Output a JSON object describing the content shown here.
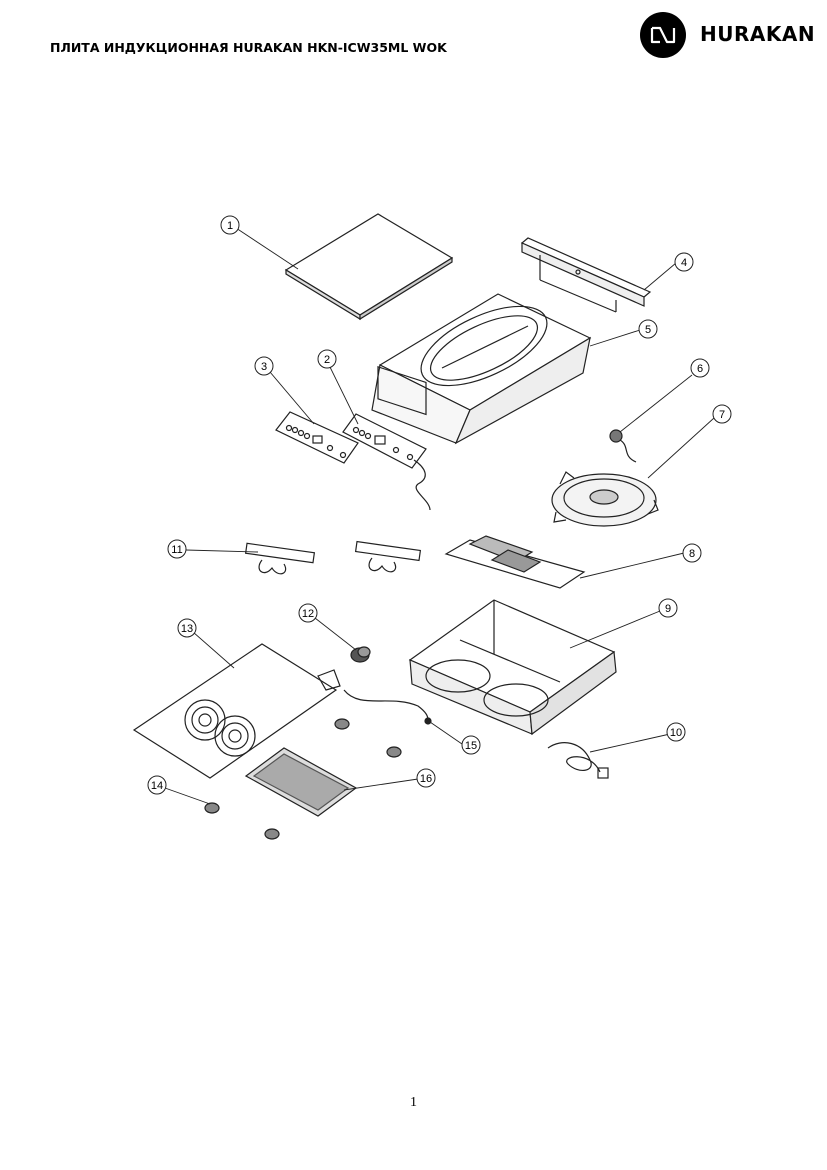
{
  "document": {
    "title": "ПЛИТА ИНДУКЦИОННАЯ HURAKAN HKN-ICW35ML WOK",
    "page_number": "1"
  },
  "brand": {
    "name": "HURAKAN",
    "icon": "hurakan-logo-icon"
  },
  "diagram": {
    "callouts": [
      "1",
      "2",
      "3",
      "4",
      "5",
      "6",
      "7",
      "8",
      "9",
      "10",
      "11",
      "12",
      "13",
      "14",
      "15",
      "16"
    ]
  }
}
